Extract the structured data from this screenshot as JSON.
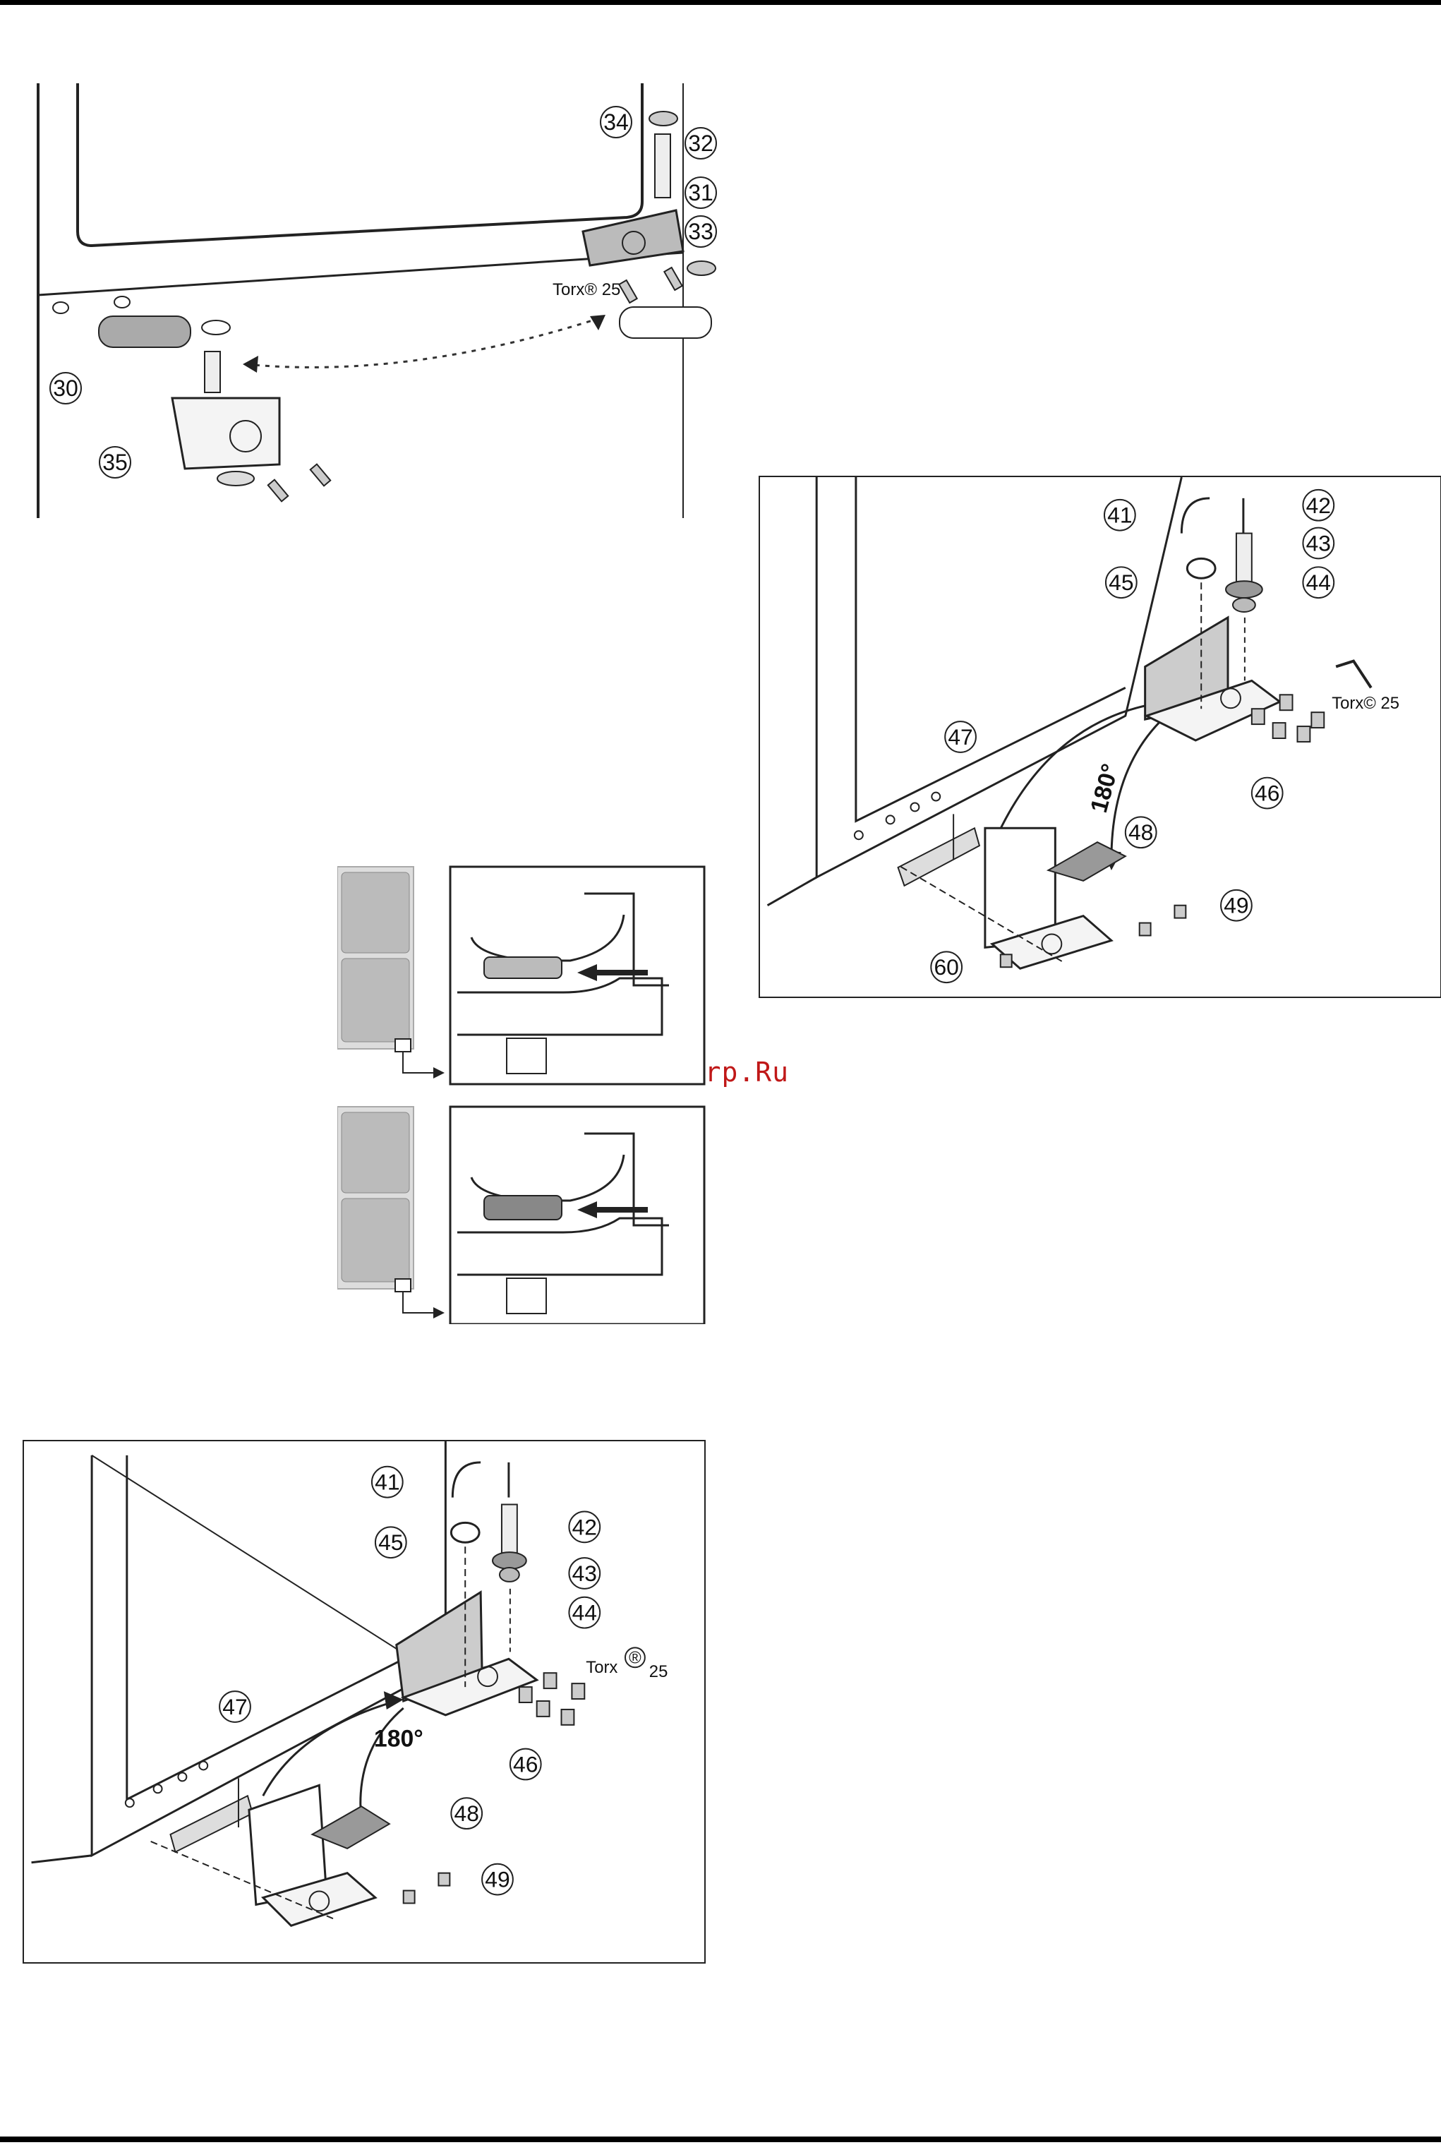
{
  "fig_door_hinge": {
    "callouts": [
      "34",
      "32",
      "31",
      "33",
      "30",
      "35"
    ],
    "torx_label": "Torx® 25"
  },
  "fig_hinge_right": {
    "callouts": [
      "41",
      "42",
      "43",
      "44",
      "45",
      "47",
      "46",
      "48",
      "49",
      "60"
    ],
    "torx_label": "Torx© 25",
    "angle_label": "180°"
  },
  "fig_feet": {
    "panels": 2
  },
  "fig_hinge_left": {
    "callouts": [
      "41",
      "42",
      "45",
      "43",
      "44",
      "47",
      "46",
      "48",
      "49"
    ],
    "torx_label": "Torx",
    "torx_sup": "®",
    "torx_size": "25",
    "angle_label": "180°"
  },
  "watermark": "McGrp.Ru"
}
